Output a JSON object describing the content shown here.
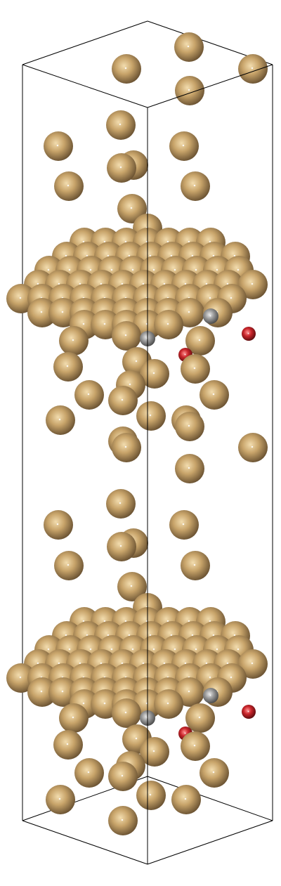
{
  "scene": {
    "kind": "atomistic-structure",
    "background": "#ffffff",
    "cell_edge_color": "#000000",
    "species": {
      "metal": {
        "base": "#c8a46a",
        "shadow": "#6a5232",
        "highlight": "#f2dcae"
      },
      "grey": {
        "base": "#9a9a9a",
        "shadow": "#4a4a4a",
        "highlight": "#e8e8e8"
      },
      "red": {
        "base": "#c8242a",
        "shadow": "#5a0c0e",
        "highlight": "#ff8f8f"
      }
    },
    "visible_counts": {
      "grey": 4,
      "red": 4
    }
  }
}
